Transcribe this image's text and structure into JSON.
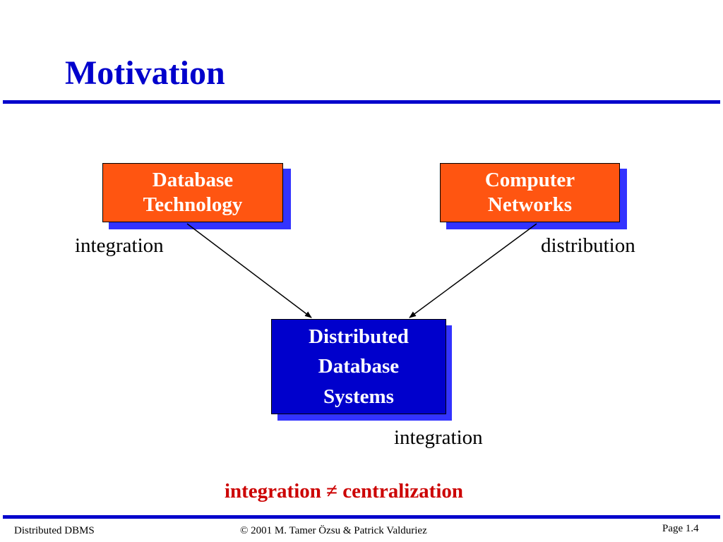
{
  "title": "Motivation",
  "boxes": {
    "database_technology": {
      "lines": [
        "Database",
        "Technology"
      ]
    },
    "computer_networks": {
      "lines": [
        "Computer",
        "Networks"
      ]
    },
    "distributed_db_systems": {
      "lines": [
        "Distributed",
        "Database",
        "Systems"
      ]
    }
  },
  "labels": {
    "left_integration": "integration",
    "right_distribution": "distribution",
    "bottom_integration": "integration"
  },
  "conclusion": "integration ≠ centralization",
  "footer": {
    "left": "Distributed DBMS",
    "center": "© 2001 M. Tamer Özsu & Patrick Valduriez",
    "right": "Page 1.4"
  },
  "colors": {
    "title": "#0000cc",
    "rule": "#0000cc",
    "orange_box": "#ff5511",
    "blue_box": "#0000cc",
    "box_shadow": "#3333ff",
    "conclusion": "#cc0000"
  }
}
